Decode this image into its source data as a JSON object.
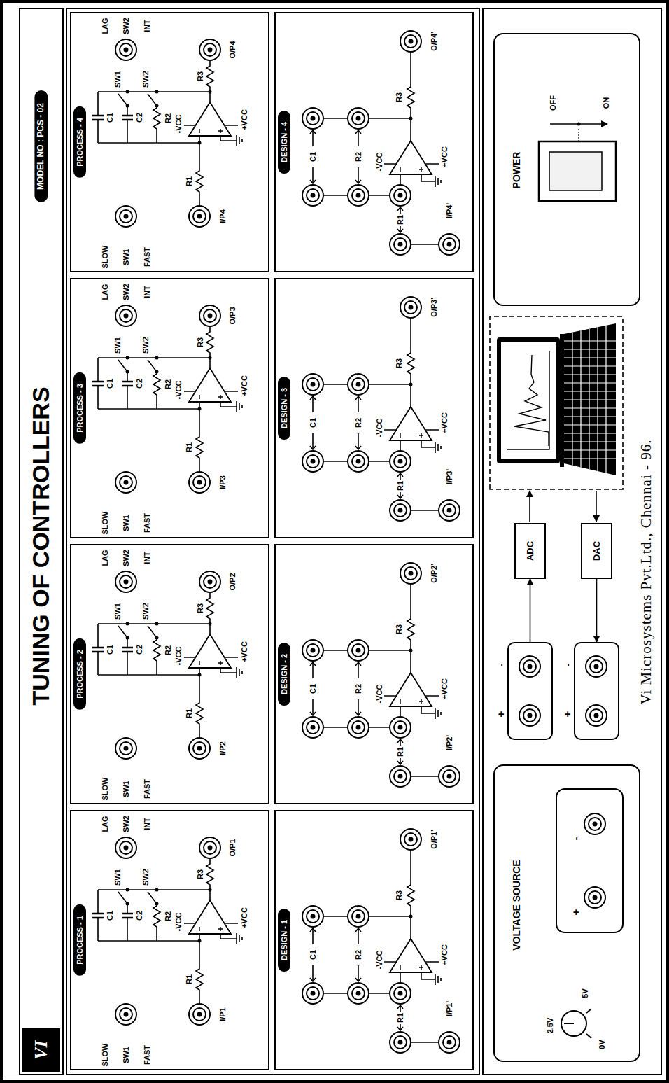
{
  "diagram": {
    "title": "TUNING OF CONTROLLERS",
    "nodes": [
      {
        "text": [
          "PROCESS - 1"
        ]
      },
      {
        "text": [
          "PROCESS - 2"
        ]
      },
      {
        "text": [
          "PROCESS - 3"
        ]
      },
      {
        "text": [
          "PROCESS - 4"
        ]
      },
      {
        "text": [
          "DESIGN - 1"
        ]
      },
      {
        "text": [
          "DESIGN - 2"
        ]
      },
      {
        "text": [
          "DESIGN - 3"
        ]
      },
      {
        "text": [
          "DESIGN - 4"
        ]
      },
      {
        "text": [
          "VOLTAGE SOURCE"
        ]
      },
      {
        "text": [
          "+",
          "-"
        ]
      },
      {
        "text": [
          "ADC"
        ]
      },
      {
        "text": [
          "+",
          "-"
        ]
      },
      {
        "text": [
          "DAC"
        ]
      },
      {
        "text": [
          "POWER"
        ]
      }
    ],
    "edges": [
      {
        "from": 9,
        "to": 10,
        "arrow": "to"
      },
      {
        "from": 12,
        "to": 11,
        "arrow": "to"
      }
    ],
    "labels": [
      "SLOW",
      "SW1",
      "FAST",
      "LAG",
      "SW2",
      "INT",
      "C1",
      "C2",
      "R2",
      "SW1",
      "SW2",
      "R1",
      "R3",
      "-VCC",
      "+VCC",
      "I/P1",
      "O/P1",
      "SLOW",
      "SW1",
      "FAST",
      "LAG",
      "SW2",
      "INT",
      "C1",
      "C2",
      "R2",
      "SW1",
      "SW2",
      "R1",
      "R3",
      "-VCC",
      "+VCC",
      "I/P2",
      "O/P2",
      "SLOW",
      "SW1",
      "FAST",
      "LAG",
      "SW2",
      "INT",
      "C1",
      "C2",
      "R2",
      "SW1",
      "SW2",
      "R1",
      "R3",
      "-VCC",
      "+VCC",
      "I/P3",
      "O/P3",
      "SLOW",
      "SW1",
      "FAST",
      "LAG",
      "SW2",
      "INT",
      "C1",
      "C2",
      "R2",
      "SW1",
      "SW2",
      "R1",
      "R3",
      "-VCC",
      "+VCC",
      "I/P4",
      "O/P4",
      "C1",
      "R2",
      "R1",
      "R3",
      "-VCC",
      "+VCC",
      "I/P1'",
      "O/P1'",
      "C1",
      "R2",
      "R1",
      "R3",
      "-VCC",
      "+VCC",
      "I/P2'",
      "O/P2'",
      "C1",
      "R2",
      "R1",
      "R3",
      "-VCC",
      "+VCC",
      "I/P3'",
      "O/P3'",
      "C1",
      "R2",
      "R1",
      "R3",
      "-VCC",
      "+VCC",
      "I/P4'",
      "O/P4'",
      "MODEL NO : PCS - 02",
      "VI",
      "2.5V",
      "5V",
      "0V",
      "+",
      "-",
      "OFF",
      "ON",
      "Vi Microsystems Pvt.Ltd., Chennai - 96."
    ]
  }
}
